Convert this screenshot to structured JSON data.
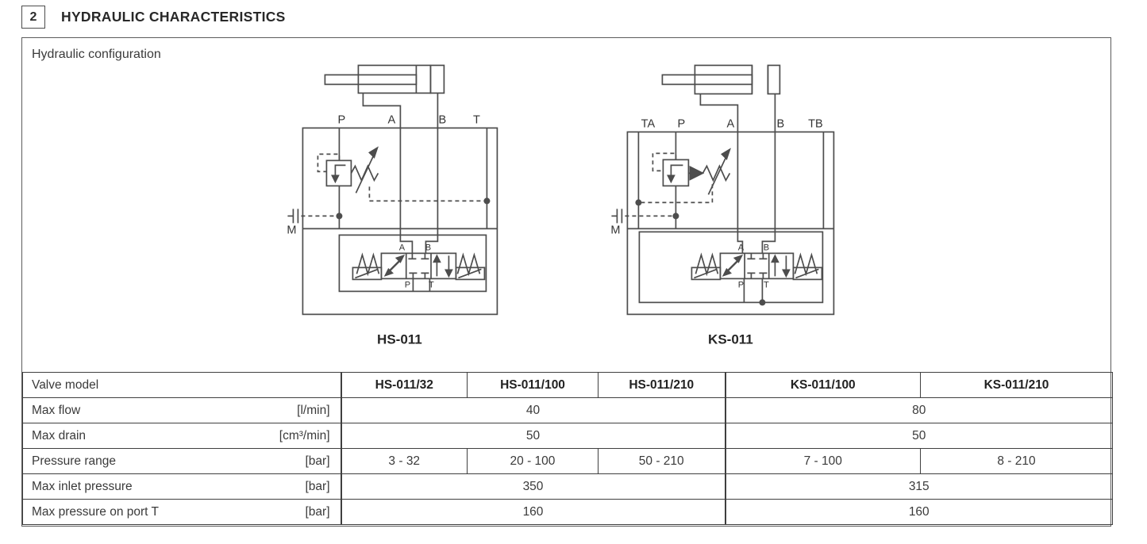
{
  "header": {
    "section_number": "2",
    "title": "HYDRAULIC CHARACTERISTICS"
  },
  "panel": {
    "subtitle": "Hydraulic configuration"
  },
  "colors": {
    "line": "#4d4d4d",
    "text": "#3a3a3a",
    "table_border": "#3f3f3f"
  },
  "diagrams": {
    "hs": {
      "caption": "HS-011",
      "ports": {
        "p": "P",
        "a": "A",
        "b": "B",
        "t": "T",
        "m": "M"
      },
      "valve": {
        "a": "A",
        "b": "B",
        "p": "P",
        "t": "T"
      }
    },
    "ks": {
      "caption": "KS-011",
      "ports": {
        "ta": "TA",
        "p": "P",
        "a": "A",
        "b": "B",
        "tb": "TB",
        "m": "M"
      },
      "valve": {
        "a": "A",
        "b": "B",
        "p": "P",
        "t": "T"
      }
    }
  },
  "table": {
    "columns": [
      "Valve model",
      "HS-011/32",
      "HS-011/100",
      "HS-011/210",
      "KS-011/100",
      "KS-011/210"
    ],
    "rows": [
      {
        "label": "Max flow",
        "unit": "[l/min]",
        "hs": "40",
        "ks": "80"
      },
      {
        "label": "Max drain",
        "unit": "[cm³/min]",
        "hs": "50",
        "ks": "50"
      },
      {
        "label": "Pressure range",
        "unit": "[bar]",
        "values": [
          "3 - 32",
          "20 - 100",
          "50 - 210",
          "7 - 100",
          "8 - 210"
        ]
      },
      {
        "label": "Max inlet pressure",
        "unit": "[bar]",
        "hs": "350",
        "ks": "315"
      },
      {
        "label": "Max pressure on port T",
        "unit": "[bar]",
        "hs": "160",
        "ks": "160"
      }
    ]
  }
}
